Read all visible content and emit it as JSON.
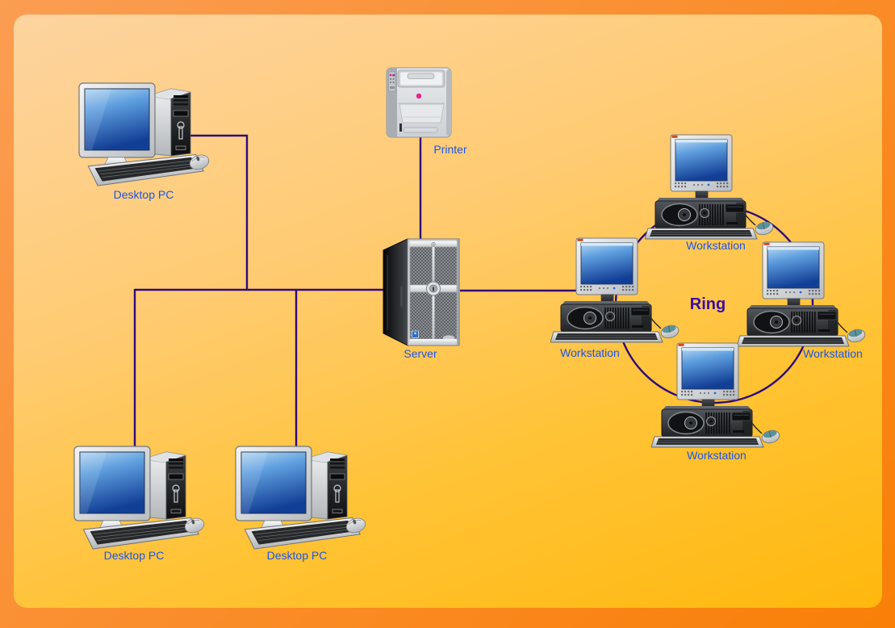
{
  "ring": {
    "label": "Ring"
  },
  "nodes": [
    {
      "id": "desktop-pc-top-left",
      "type": "desktop-pc",
      "label": "Desktop PC"
    },
    {
      "id": "printer",
      "type": "printer",
      "label": "Printer"
    },
    {
      "id": "server",
      "type": "server",
      "label": "Server"
    },
    {
      "id": "workstation-top",
      "type": "workstation",
      "label": "Workstation"
    },
    {
      "id": "workstation-left",
      "type": "workstation",
      "label": "Workstation"
    },
    {
      "id": "workstation-right",
      "type": "workstation",
      "label": "Workstation"
    },
    {
      "id": "workstation-bottom",
      "type": "workstation",
      "label": "Workstation"
    },
    {
      "id": "desktop-pc-bottom-left",
      "type": "desktop-pc",
      "label": "Desktop PC"
    },
    {
      "id": "desktop-pc-bottom-mid",
      "type": "desktop-pc",
      "label": "Desktop PC"
    }
  ],
  "colors": {
    "frame_border": "#f97f07",
    "canvas_light": "#fdd4a0",
    "canvas_deep": "#ffb80d",
    "connection_line": "#2f0b7a",
    "node_label": "#1d55e4",
    "ring_label": "#3a0ca3",
    "screen_blue": "#123f96"
  }
}
